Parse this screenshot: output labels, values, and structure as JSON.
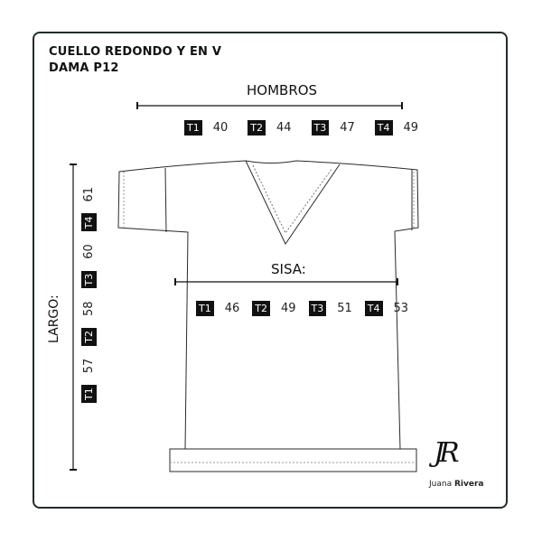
{
  "title_line1": "CUELLO REDONDO Y EN V",
  "title_line2": "DAMA P12",
  "hombros": {
    "label": "HOMBROS",
    "sizes": [
      {
        "size": "T1",
        "value": "40"
      },
      {
        "size": "T2",
        "value": "44"
      },
      {
        "size": "T3",
        "value": "47"
      },
      {
        "size": "T4",
        "value": "49"
      }
    ]
  },
  "sisa": {
    "label": "SISA:",
    "sizes": [
      {
        "size": "T1",
        "value": "46"
      },
      {
        "size": "T2",
        "value": "49"
      },
      {
        "size": "T3",
        "value": "51"
      },
      {
        "size": "T4",
        "value": "53"
      }
    ]
  },
  "largo": {
    "label": "LARGO:",
    "sizes": [
      {
        "size": "T1",
        "value": "57"
      },
      {
        "size": "T2",
        "value": "58"
      },
      {
        "size": "T3",
        "value": "60"
      },
      {
        "size": "T4",
        "value": "61"
      }
    ]
  },
  "brand": {
    "monogram": "JR",
    "first": "Juana",
    "last": "Rivera"
  },
  "colors": {
    "frame": "#1f2e2a",
    "ink": "#111111",
    "badge_bg": "#111111",
    "badge_text": "#ffffff"
  }
}
